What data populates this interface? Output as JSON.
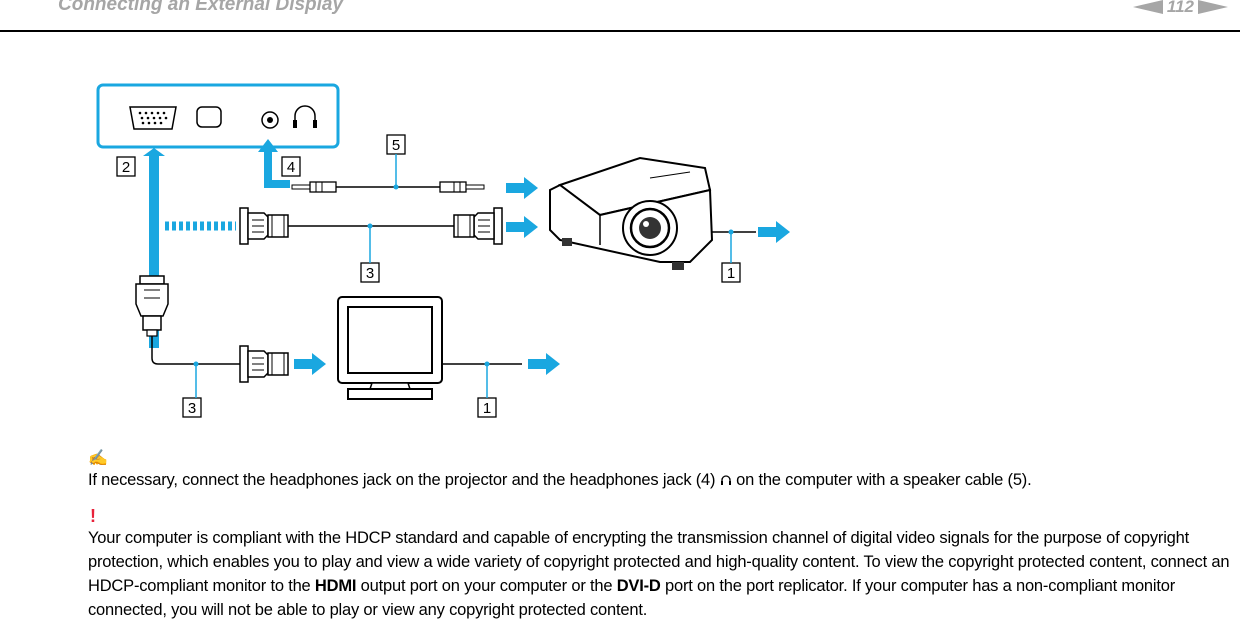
{
  "header": {
    "title": "Connecting an External Display",
    "page_number": "112",
    "prev_icon": "triangle-left-icon",
    "next_icon": "triangle-right-icon"
  },
  "diagram": {
    "callouts": [
      "2",
      "4",
      "5",
      "3",
      "1",
      "3",
      "1"
    ],
    "icons": [
      "vga-port-icon",
      "port-icon",
      "audio-jack-icon",
      "headphones-icon",
      "projector-icon",
      "monitor-icon",
      "arrow-icon",
      "vga-connector-icon",
      "audio-plug-icon"
    ],
    "accent_color": "#1aa7e0"
  },
  "note": {
    "icon": "pencil-note-icon",
    "text_before_icon": "If necessary, connect the headphones jack on the projector and the headphones jack (4) ",
    "text_after_icon": " on the computer with a speaker cable (5)."
  },
  "warning": {
    "icon": "exclamation-icon",
    "icon_glyph": "!",
    "text_1": "Your computer is compliant with the HDCP standard and capable of encrypting the transmission channel of digital video signals for the purpose of copyright protection, which enables you to play and view a wide variety of copyright protected and high-quality content. To view the copyright protected content, connect an HDCP-compliant monitor to the ",
    "bold_1": "HDMI",
    "text_2": " output port on your computer or the ",
    "bold_2": "DVI-D",
    "text_3": " port on the port replicator. If your computer has a non-compliant monitor connected, you will not be able to play or view any copyright protected content."
  }
}
